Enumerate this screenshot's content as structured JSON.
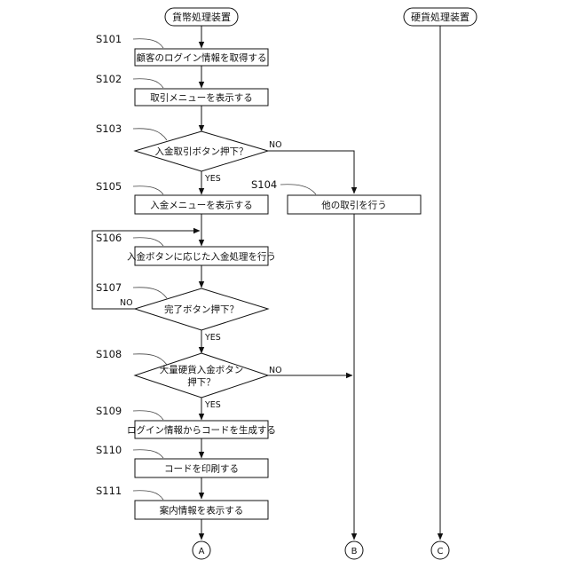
{
  "terminals": {
    "bill_device": "貨幣処理装置",
    "coin_device": "硬貨処理装置"
  },
  "steps": {
    "s101": {
      "id": "S101",
      "text": "顧客のログイン情報を取得する"
    },
    "s102": {
      "id": "S102",
      "text": "取引メニューを表示する"
    },
    "s103": {
      "id": "S103",
      "text": "入金取引ボタン押下？"
    },
    "s104": {
      "id": "S104",
      "text": "他の取引を行う"
    },
    "s105": {
      "id": "S105",
      "text": "入金メニューを表示する"
    },
    "s106": {
      "id": "S106",
      "text": "入金ボタンに応じた入金処理を行う"
    },
    "s107": {
      "id": "S107",
      "text": "完了ボタン押下？"
    },
    "s108": {
      "id": "S108",
      "text_line1": "大量硬貨入金ボタン",
      "text_line2": "押下？"
    },
    "s109": {
      "id": "S109",
      "text": "ログイン情報からコードを生成する"
    },
    "s110": {
      "id": "S110",
      "text": "コードを印刷する"
    },
    "s111": {
      "id": "S111",
      "text": "案内情報を表示する"
    }
  },
  "branches": {
    "yes": "YES",
    "no": "NO"
  },
  "connectors": {
    "a": "A",
    "b": "B",
    "c": "C"
  }
}
